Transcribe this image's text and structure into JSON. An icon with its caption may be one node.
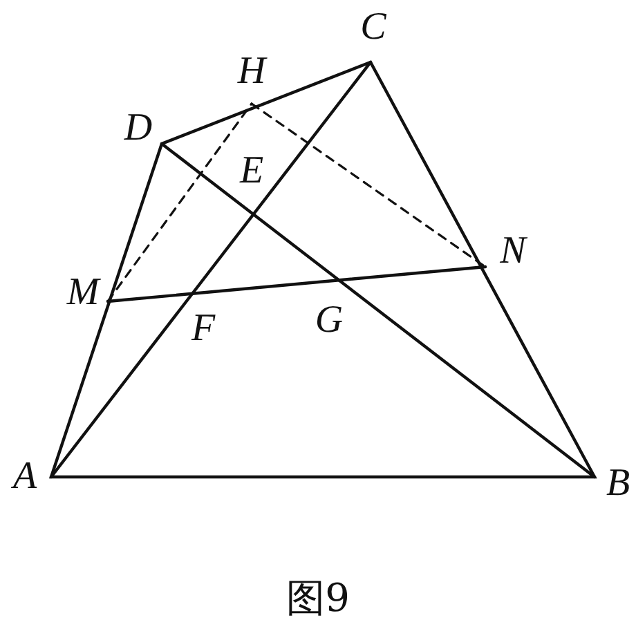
{
  "diagram": {
    "caption": "图9",
    "labels": [
      "C",
      "H",
      "D",
      "E",
      "M",
      "F",
      "G",
      "N",
      "A",
      "B"
    ]
  }
}
